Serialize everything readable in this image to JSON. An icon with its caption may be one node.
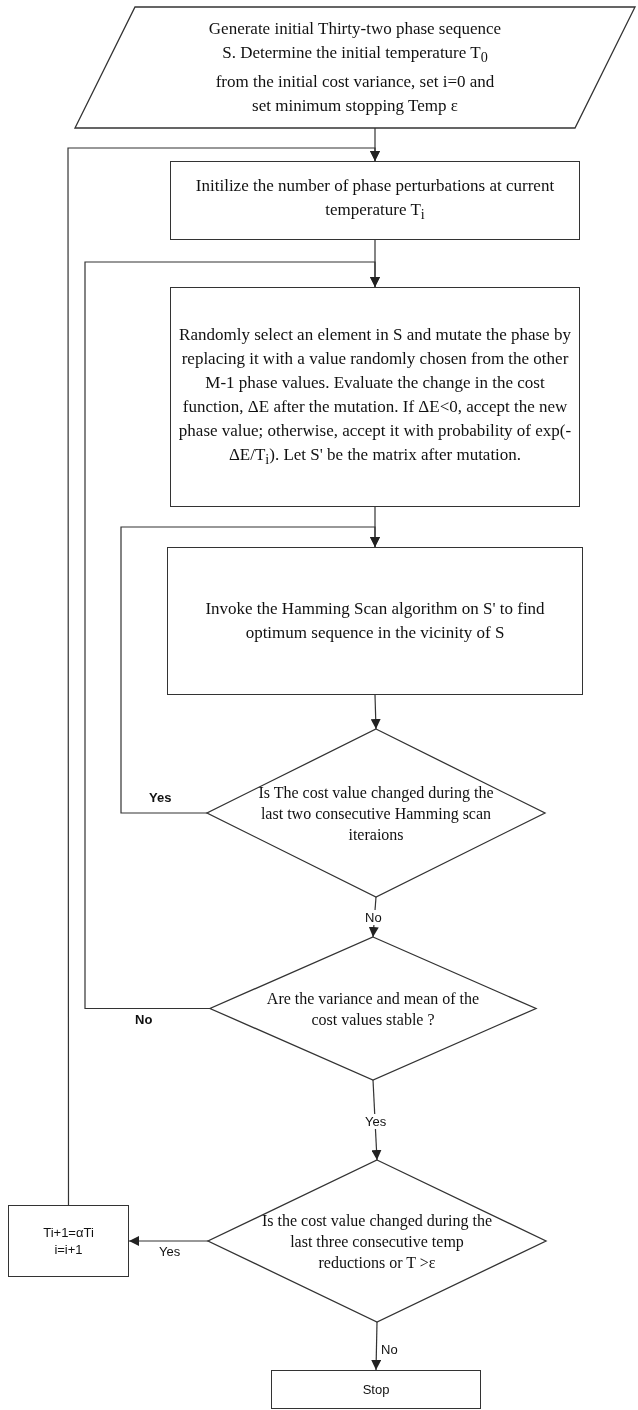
{
  "diagram": {
    "nodes": [
      {
        "text": [
          "Generate initial Thirty-two phase sequence S.  Determine the initial temperature T$_{0}$ from the initial cost variance, set i=0  and  set minimum stopping Temp ε"
        ]
      },
      {
        "text": [
          "Initilize the number of phase perturbations at current temperature T$_{i}$"
        ]
      },
      {
        "text": [
          "Randomly select an element  in  S  and  mutate the phase by replacing   it with a value randomly chosen from the other M-1 phase values. Evaluate the change in the cost function, ΔE after the  mutation. If ΔE<0, accept the new phase value; otherwise, accept it with probability of  exp(-ΔE/T$_{i}$). Let  S'  be the matrix after mutation."
        ]
      },
      {
        "text": [
          "Invoke the Hamming Scan algorithm on S'  to find optimum sequence in the vicinity of S"
        ]
      },
      {
        "text": [
          "Is The cost value changed during the last two consecutive Hamming scan iteraions"
        ]
      },
      {
        "text": [
          "Are the variance and mean of the cost values stable ?"
        ]
      },
      {
        "text": [
          "Is the cost value changed  during the last three consecutive temp reductions or  T >ε"
        ]
      },
      {
        "text": [
          "Ti+1=αTi i=i+1"
        ]
      },
      {
        "text": [
          "Stop"
        ]
      }
    ],
    "edges": [
      {
        "from": 0,
        "to": 1,
        "arrow": "to"
      },
      {
        "from": 1,
        "to": 2,
        "arrow": "to"
      },
      {
        "from": 2,
        "to": 3,
        "arrow": "to"
      },
      {
        "from": 3,
        "to": 4,
        "arrow": "to"
      },
      {
        "from": 4,
        "to": 5,
        "arrow": "to",
        "label": "No"
      },
      {
        "from": 4,
        "to": 3,
        "arrow": "to",
        "label": "Yes"
      },
      {
        "from": 5,
        "to": 6,
        "arrow": "to",
        "label": "Yes"
      },
      {
        "from": 5,
        "to": 2,
        "arrow": "to",
        "label": "No"
      },
      {
        "from": 6,
        "to": 7,
        "arrow": "to",
        "label": "Yes"
      },
      {
        "from": 6,
        "to": 8,
        "arrow": "to",
        "label": "No"
      },
      {
        "from": 7,
        "to": 1,
        "arrow": "to"
      }
    ]
  }
}
